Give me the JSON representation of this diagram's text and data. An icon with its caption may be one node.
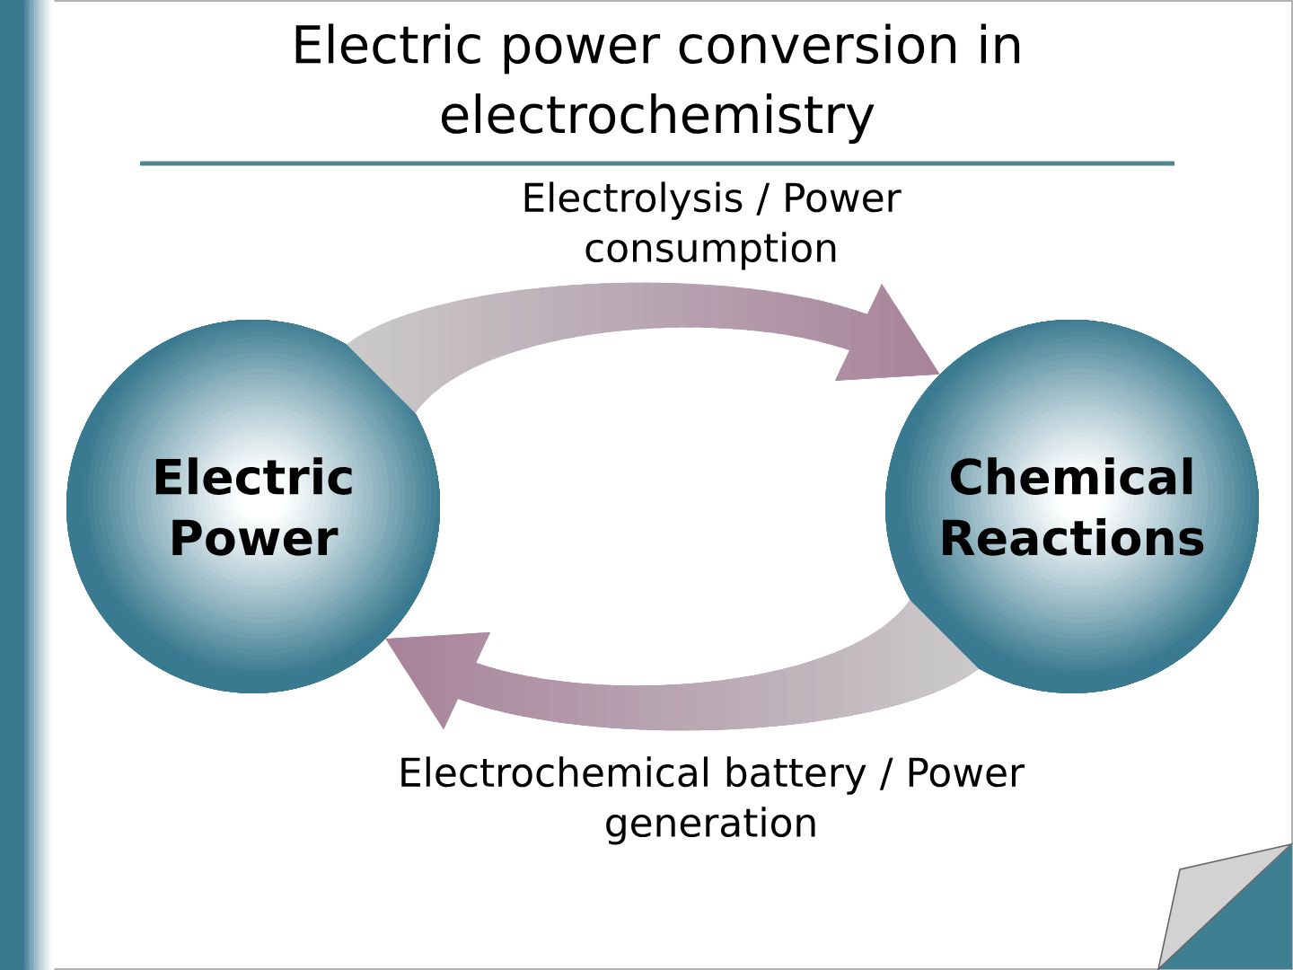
{
  "diagram": {
    "title": "Electric power conversion in electrochemistry",
    "nodes": [
      {
        "text": [
          "Electric Power"
        ]
      },
      {
        "text": [
          "Chemical Reactions"
        ]
      }
    ],
    "edges": [
      {
        "from": 0,
        "to": 1,
        "arrow": "to",
        "label": "Electrolysis / Power consumption"
      },
      {
        "from": 1,
        "to": 0,
        "arrow": "to",
        "label": "Electrochemical battery / Power generation"
      }
    ]
  }
}
